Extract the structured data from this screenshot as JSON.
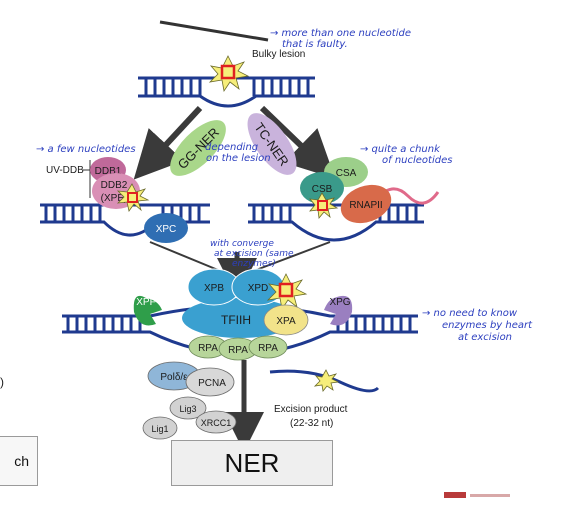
{
  "labels": {
    "bulky_lesion": "Bulky lesion",
    "gg_ner": "GG-NER",
    "tc_ner": "TC-NER",
    "uv_ddb": "UV-DDB",
    "ddb1": "DDB1",
    "ddb2": "DDB2",
    "xpe": "(XPE)",
    "xpc": "XPC",
    "csa": "CSA",
    "csb": "CSB",
    "rnapii": "RNAPII",
    "xpb": "XPB",
    "xpd": "XPD",
    "tfiih": "TFIIH",
    "xpa": "XPA",
    "xpf": "XPF",
    "xpg": "XPG",
    "rpa": "RPA",
    "pol": "Polδ/ε",
    "pcna": "PCNA",
    "lig3": "Lig3",
    "xrcc1": "XRCC1",
    "lig1": "Lig1",
    "excision_product": "Excision product",
    "excision_size": "(22-32 nt)",
    "ner_box": "NER",
    "left_box": "ch",
    "left_fragment": ")"
  },
  "annotations": {
    "faulty_1": "→ more than one nucleotide",
    "faulty_2": "that is faulty.",
    "few_nucleotides": "→ a few nucleotides",
    "depending_1": "depending",
    "depending_2": "on the lesion",
    "chunk_1": "→ quite a chunk",
    "chunk_2": "of nucleotides",
    "converge_1": "with converge",
    "converge_2": "at excision (same",
    "converge_3": "enzymes)",
    "no_need_1": "→ no need to know",
    "no_need_2": "enzymes by heart",
    "no_need_3": "at excision"
  },
  "colors": {
    "dna": "#1f3a8f",
    "lesion": "#e02020",
    "gg_ner": "#a9d78a",
    "tc_ner": "#c9b3dc",
    "ddb1": "#c0699a",
    "ddb2": "#d98fb5",
    "xpc": "#2f6eb3",
    "csa": "#9ccf8a",
    "csb": "#3a9a8a",
    "rnapii": "#d86a4a",
    "tfiih": "#3aa0d0",
    "xpa": "#f2e38a",
    "xpf": "#2f9e4a",
    "xpg": "#9a7fc0",
    "rpa": "#b7d59a",
    "pol": "#8fb6d8",
    "pcna": "#d8d8d8",
    "lig": "#d2d2d2",
    "handwriting": "#2c3fbf"
  }
}
